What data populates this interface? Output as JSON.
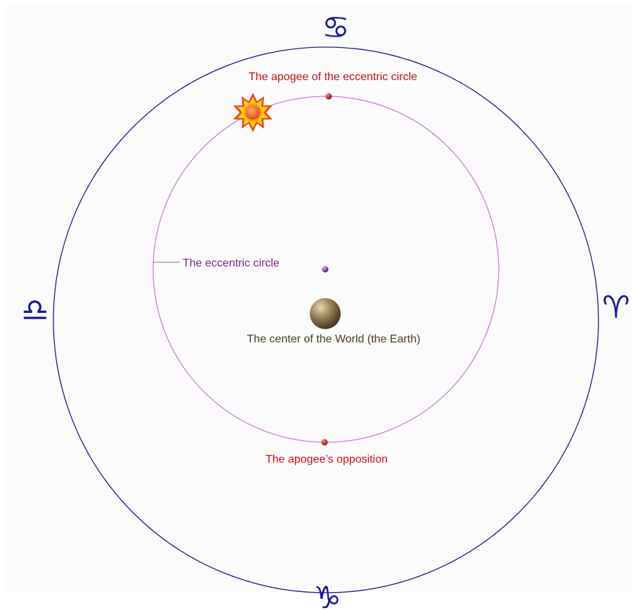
{
  "diagram": {
    "zodiac_signs": {
      "top": "♋",
      "right": "♈",
      "bottom": "♑",
      "left": "♎"
    },
    "labels": {
      "apogee": "The apogee of the eccentric circle",
      "eccentric_circle": "The eccentric circle",
      "earth": "The center of the World (the Earth)",
      "opposition": "The apogee’s opposition"
    },
    "icons": {
      "sun": "sun-icon",
      "earth": "earth-sphere-icon"
    },
    "colors": {
      "zodiac_circle": "#1a1a8c",
      "eccentric_circle": "#c77fd6",
      "red_label": "#cc1111",
      "purple_label": "#7a2590",
      "earth_label": "#4a3a22",
      "sun_outer": "#f04a1a",
      "sun_inner": "#ffd21a"
    }
  }
}
